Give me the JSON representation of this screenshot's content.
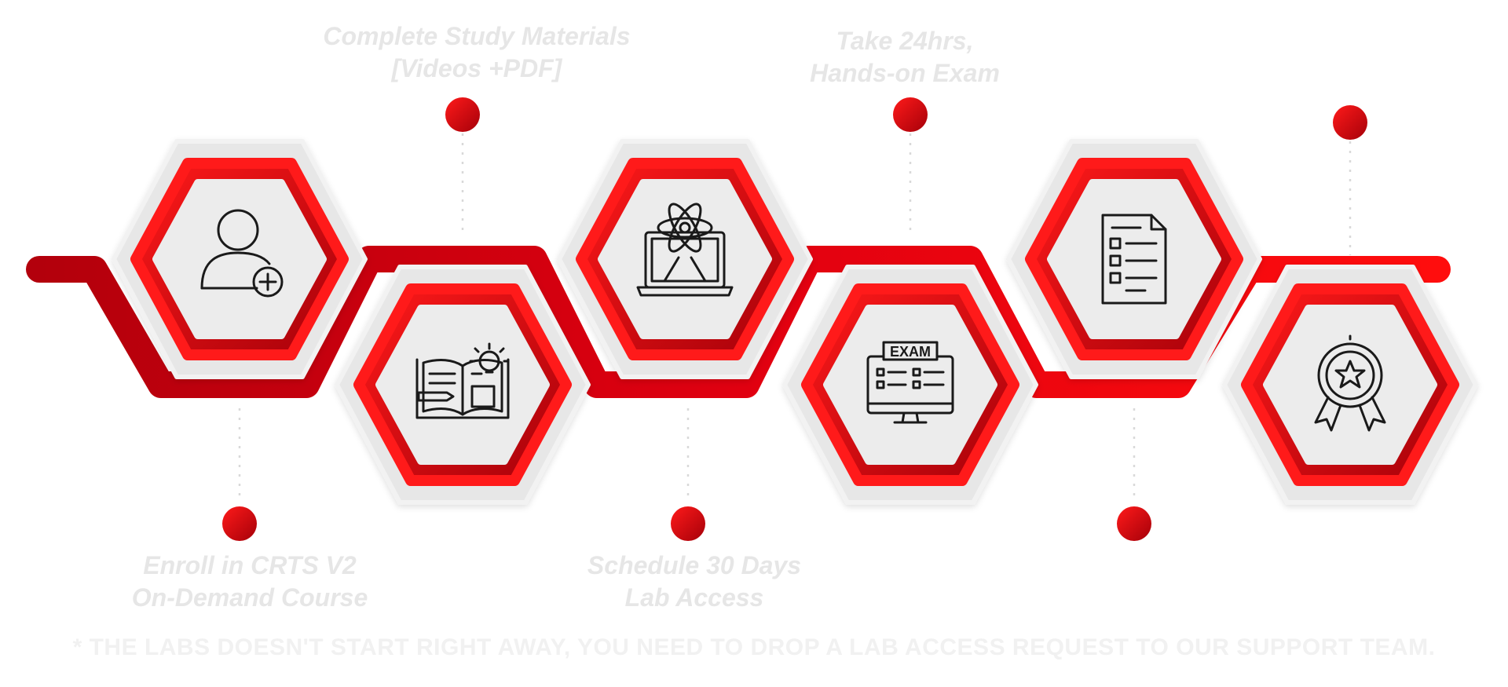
{
  "colors": {
    "red_light": "#ff0d0d",
    "red_dark": "#a50009",
    "hex_outer": "#e7e7e7",
    "hex_inner": "#ececec",
    "icon_stroke": "#1a1a1a",
    "label_text": "#e6e6e6",
    "note_text": "#f1f1f1",
    "dotted_line": "#d9d9d9"
  },
  "steps": [
    {
      "icon": "add-user-icon",
      "label_lines": [
        "Enroll in CRTS V2",
        "On-Demand Course"
      ]
    },
    {
      "icon": "study-book-lightbulb-icon",
      "label_lines": [
        "Complete Study Materials",
        "[Videos +PDF]"
      ]
    },
    {
      "icon": "laptop-atom-icon",
      "label_lines": [
        "Schedule 30 Days",
        "Lab Access"
      ]
    },
    {
      "icon": "exam-monitor-icon",
      "label_lines": [
        "Take 24hrs,",
        "Hands-on Exam"
      ]
    },
    {
      "icon": "document-checklist-icon",
      "label_lines": []
    },
    {
      "icon": "award-badge-icon",
      "label_lines": []
    }
  ],
  "footnote": "* THE LABS DOESN'T START RIGHT AWAY, YOU NEED TO DROP A LAB ACCESS REQUEST TO OUR SUPPORT TEAM."
}
